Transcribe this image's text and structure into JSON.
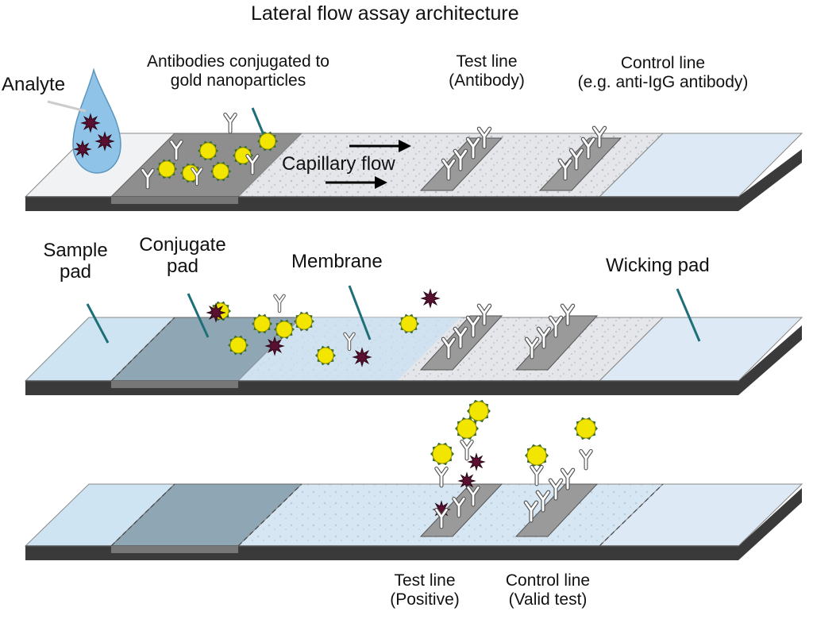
{
  "title": "Lateral flow assay architecture",
  "top": {
    "analyte": "Analyte",
    "conjugate_label": [
      "Antibodies conjugated to",
      "gold nanoparticles"
    ],
    "test_line": [
      "Test line",
      "(Antibody)"
    ],
    "control_line": [
      "Control line",
      "(e.g. anti-IgG antibody)"
    ],
    "flow": "Capillary flow"
  },
  "middle": {
    "sample_pad": [
      "Sample",
      "pad"
    ],
    "conjugate_pad": [
      "Conjugate",
      "pad"
    ],
    "membrane": "Membrane",
    "wicking_pad": "Wicking pad"
  },
  "bottom": {
    "test_line": [
      "Test line",
      "(Positive)"
    ],
    "control_line": [
      "Control line",
      "(Valid test)"
    ]
  },
  "colors": {
    "gold_particle": "#f2e600",
    "analyte": "#5a1030",
    "sample_pad": "#cfe4f3",
    "conjugate_pad": "#8fa6b5",
    "membrane": "#e4e6ea",
    "wicking_pad": "#ddeaf6",
    "leader": "#1f6f78",
    "line_band": "#a0a0a0"
  }
}
